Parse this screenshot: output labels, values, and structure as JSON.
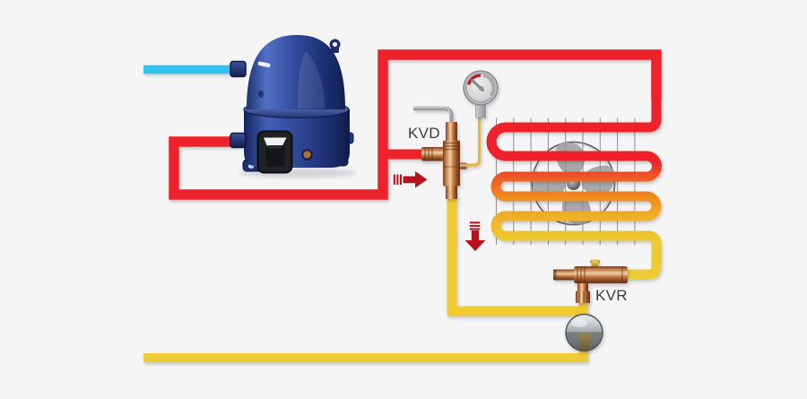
{
  "labels": {
    "kvd_valve": "KVD",
    "kvr_valve": "KVR"
  },
  "colors": {
    "background": "#f5f5f6",
    "suction_line": "#2dc4ee",
    "discharge_line": "#ee2329",
    "liquid_line": "#f0ca30",
    "gauge_capillary_line": "#e2bc35",
    "coil_gradient": [
      "#ee2329",
      "#ee2329",
      "#ed5f25",
      "#ef8c1f",
      "#f0b228",
      "#eecb30"
    ],
    "flow_arrow": "#b5121c",
    "label_text": "#3c3c3c",
    "fin_line": "#909090",
    "fan_blade": "#a8a8a8",
    "copper_valve": "#c87f49",
    "compressor_blue": "#2e4492",
    "gauge_alarm_zone": "#c81016"
  },
  "components": {
    "compressor": "hermetic-compressor",
    "suction_line": "suction-line",
    "discharge_line": "discharge-line",
    "condenser": "condenser-coil-with-fan",
    "pressure_gauge": "pressure-gauge",
    "kvd_valve": "KVD",
    "kvr_valve": "KVR",
    "sight_glass": "sight-glass",
    "liquid_line": "liquid-line",
    "flow_right_icon": "right-arrow",
    "flow_down_icon": "down-arrow"
  }
}
